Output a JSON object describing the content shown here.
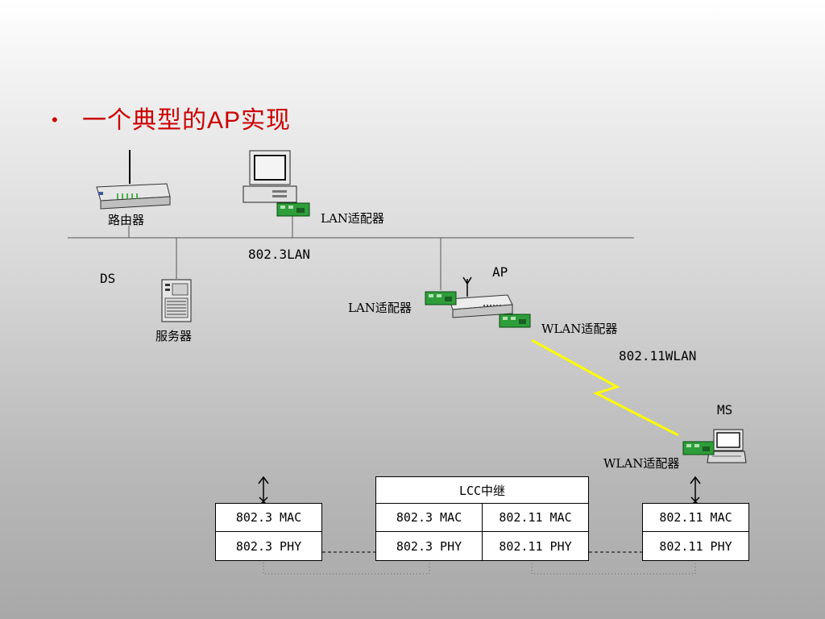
{
  "slide": {
    "bullet": "•",
    "title": "一个典型的AP实现"
  },
  "network": {
    "router_label": "路由器",
    "pc_adapter_label": "LAN适配器",
    "lan_label": "802.3LAN",
    "ds_label": "DS",
    "server_label": "服务器",
    "ap_label": "AP",
    "ap_lan_adapter_label": "LAN适配器",
    "ap_wlan_adapter_label": "WLAN适配器",
    "wlan_label": "802.11WLAN",
    "ms_label": "MS",
    "ms_wlan_adapter_label": "WLAN适配器"
  },
  "stacks": {
    "left": {
      "mac": "802.3 MAC",
      "phy": "802.3 PHY"
    },
    "middle": {
      "relay": "LCC中继",
      "left_mac": "802.3 MAC",
      "left_phy": "802.3 PHY",
      "right_mac": "802.11 MAC",
      "right_phy": "802.11 PHY"
    },
    "right": {
      "mac": "802.11 MAC",
      "phy": "802.11 PHY"
    }
  },
  "colors": {
    "title": "#cc0000",
    "lightning": "#ffff00",
    "nic_board": "#2e9e3a"
  }
}
